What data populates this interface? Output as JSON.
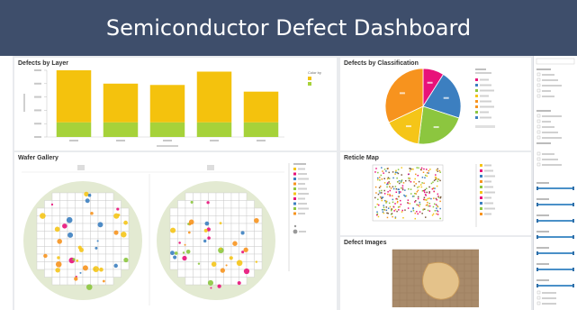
{
  "app": {
    "title": "Semiconductor Defect Dashboard"
  },
  "panels": {
    "layer": {
      "title": "Defects by Layer",
      "legend_title": "Color by",
      "legend_items": [
        {
          "color": "#f4c20d"
        },
        {
          "color": "#a6d23a"
        }
      ]
    },
    "classification": {
      "title": "Defects by Classification"
    },
    "wafer": {
      "title": "Wafer Gallery"
    },
    "reticle": {
      "title": "Reticle Map"
    },
    "images": {
      "title": "Defect Images"
    }
  },
  "chart_data": [
    {
      "type": "bar",
      "title": "Defects by Layer",
      "categories": [
        "",
        "",
        "",
        "",
        ""
      ],
      "series": [
        {
          "values": [
            0.22,
            0.22,
            0.22,
            0.22,
            0.22
          ]
        },
        {
          "values": [
            0.78,
            0.58,
            0.56,
            0.76,
            0.46
          ]
        }
      ],
      "colors": [
        "#a6d23a",
        "#f4c20d"
      ],
      "ylim": [
        0,
        1
      ],
      "grid": false,
      "legend": "right"
    },
    {
      "type": "pie",
      "title": "Defects by Classification",
      "values": [
        0.09,
        0.21,
        0.22,
        0.16,
        0.32
      ],
      "colors": [
        "#e8127a",
        "#3c7fc0",
        "#8cc63f",
        "#f5c518",
        "#f7931e"
      ],
      "legend": "right"
    }
  ],
  "colors": {
    "title_bar": "#3e4e6b",
    "wafer_bg": "#e3ead2",
    "defect_palette": [
      "#f5c518",
      "#e8127a",
      "#3c7fc0",
      "#f7931e",
      "#8cc63f"
    ]
  }
}
